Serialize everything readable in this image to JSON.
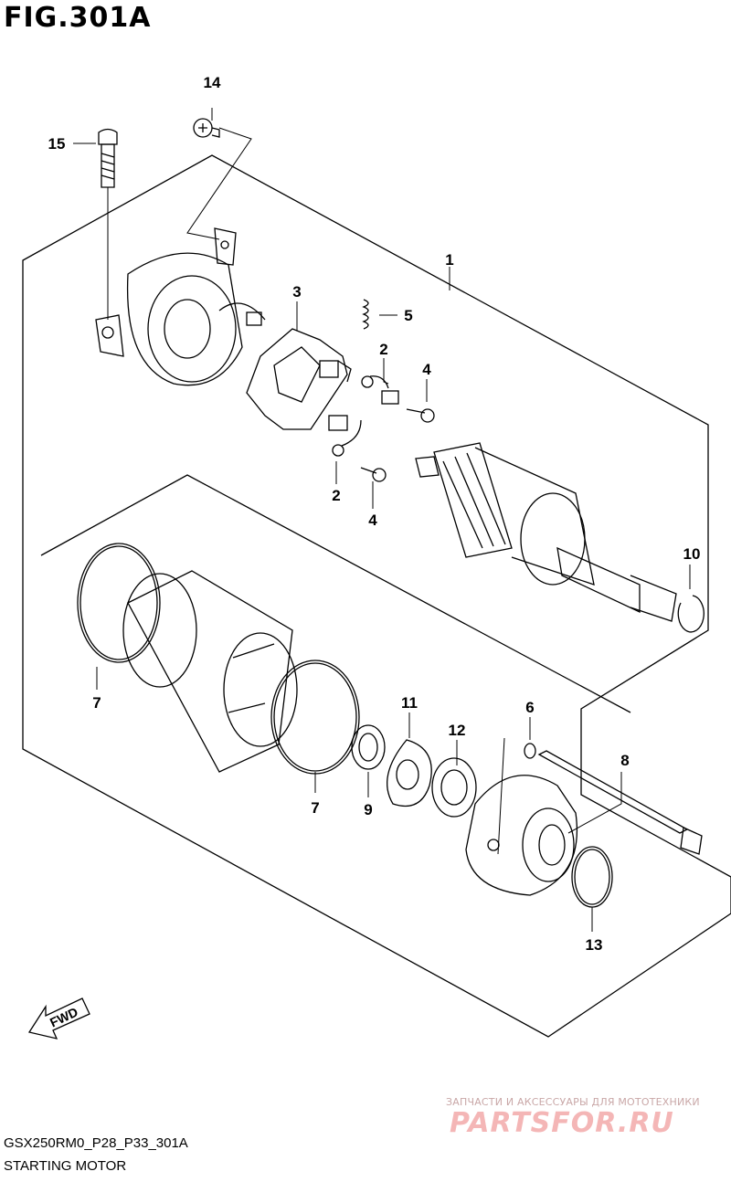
{
  "figure": {
    "title": "FIG.301A"
  },
  "callouts": [
    {
      "id": "c1",
      "label": "1"
    },
    {
      "id": "c2a",
      "label": "2"
    },
    {
      "id": "c2b",
      "label": "2"
    },
    {
      "id": "c3",
      "label": "3"
    },
    {
      "id": "c4a",
      "label": "4"
    },
    {
      "id": "c4b",
      "label": "4"
    },
    {
      "id": "c5",
      "label": "5"
    },
    {
      "id": "c6",
      "label": "6"
    },
    {
      "id": "c7a",
      "label": "7"
    },
    {
      "id": "c7b",
      "label": "7"
    },
    {
      "id": "c8",
      "label": "8"
    },
    {
      "id": "c9",
      "label": "9"
    },
    {
      "id": "c10",
      "label": "10"
    },
    {
      "id": "c11",
      "label": "11"
    },
    {
      "id": "c12",
      "label": "12"
    },
    {
      "id": "c13",
      "label": "13"
    },
    {
      "id": "c14",
      "label": "14"
    },
    {
      "id": "c15",
      "label": "15"
    }
  ],
  "fwd_label": "FWD",
  "footer": {
    "code": "GSX250RM0_P28_P33_301A",
    "name": "STARTING MOTOR"
  },
  "watermark": {
    "subtitle": "ЗАПЧАСТИ И АКСЕССУАРЫ ДЛЯ МОТОТЕХНИКИ",
    "logo": "PARTSFOR.RU"
  },
  "colors": {
    "line": "#000000",
    "watermark": "#f4b6b6"
  }
}
